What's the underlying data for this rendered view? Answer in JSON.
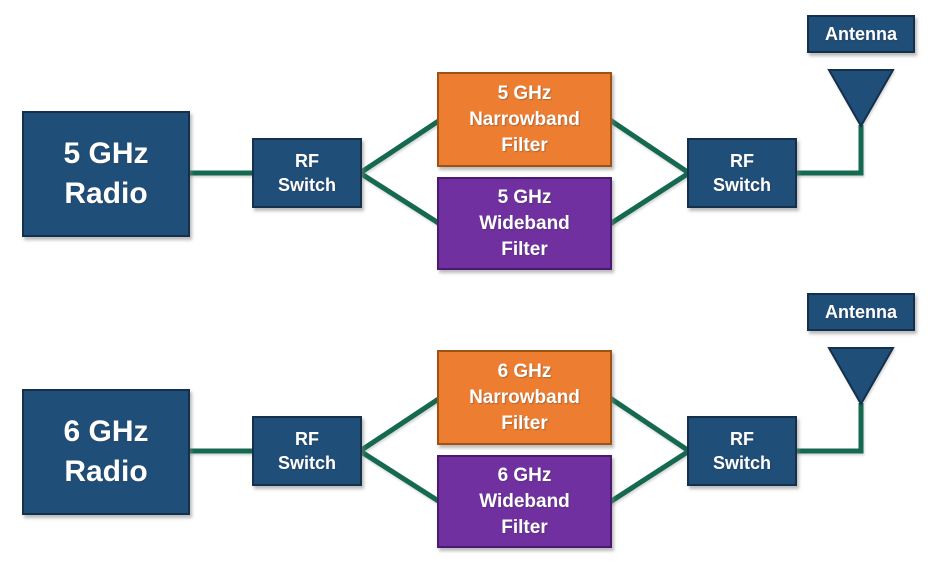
{
  "colors": {
    "background": "#FFFFFF",
    "navy": "#1F4E79",
    "navy_border": "#14304A",
    "orange": "#ED7D31",
    "orange_border": "#9C5313",
    "purple": "#7030A0",
    "purple_border": "#4A1A6E",
    "line": "#156951",
    "label_text": "#FFFFFF"
  },
  "rows": [
    {
      "radio": [
        "5 GHz",
        "Radio"
      ],
      "switch_in": [
        "RF",
        "Switch"
      ],
      "narrowband_filter": [
        "5 GHz",
        "Narrowband",
        "Filter"
      ],
      "wideband_filter": [
        "5 GHz",
        "Wideband",
        "Filter"
      ],
      "switch_out": [
        "RF",
        "Switch"
      ],
      "antenna_label": "Antenna"
    },
    {
      "radio": [
        "6 GHz",
        "Radio"
      ],
      "switch_in": [
        "RF",
        "Switch"
      ],
      "narrowband_filter": [
        "6 GHz",
        "Narrowband",
        "Filter"
      ],
      "wideband_filter": [
        "6 GHz",
        "Wideband",
        "Filter"
      ],
      "switch_out": [
        "RF",
        "Switch"
      ],
      "antenna_label": "Antenna"
    }
  ]
}
